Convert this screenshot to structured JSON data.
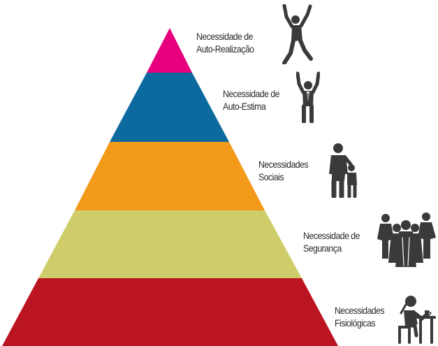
{
  "pyramid": {
    "levels": [
      {
        "id": "self-actualization",
        "line1": "Necessidade de",
        "line2": "Auto-Realização",
        "color": "#e6007e",
        "icon": "jumping-person-icon"
      },
      {
        "id": "esteem",
        "line1": "Necessidade de",
        "line2": "Auto-Estima",
        "color": "#0c6a9f",
        "icon": "victory-businessman-icon"
      },
      {
        "id": "social",
        "line1": "Necessidades",
        "line2": "Sociais",
        "color": "#f39a1b",
        "icon": "parent-child-icon"
      },
      {
        "id": "safety",
        "line1": "Necessidade de",
        "line2": "Segurança",
        "color": "#cfcd6a",
        "icon": "group-of-people-icon"
      },
      {
        "id": "physiological",
        "line1": "Necessidades",
        "line2": "Fisiológicas",
        "color": "#bc1522",
        "icon": "person-eating-icon"
      }
    ],
    "icon_color": "#3a3a3a"
  }
}
